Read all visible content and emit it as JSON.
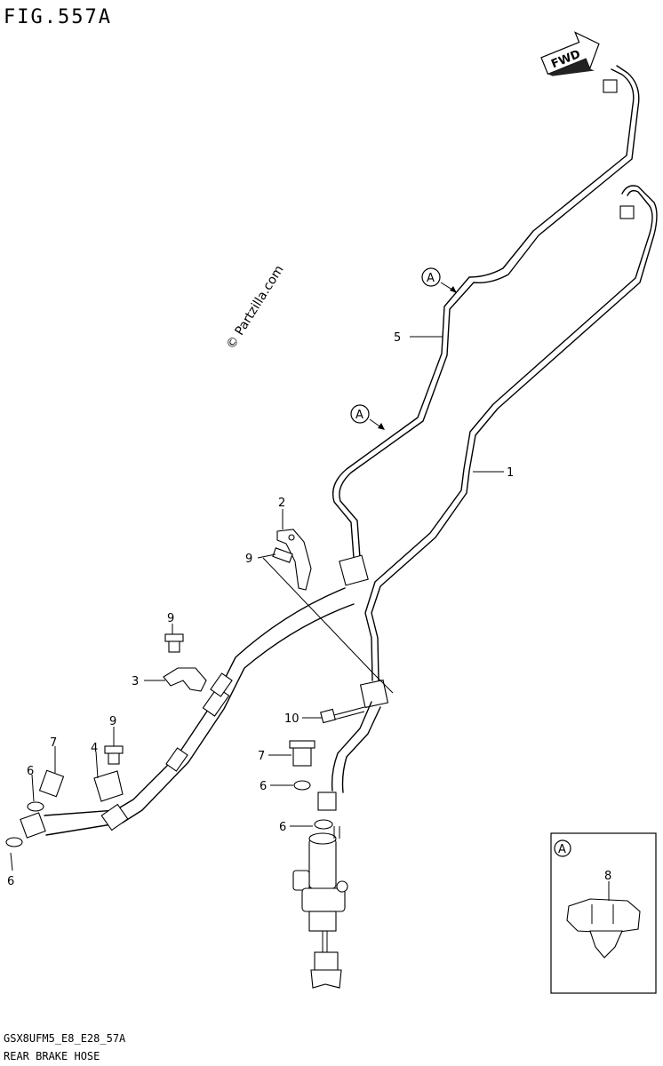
{
  "header": {
    "figure_title": "FIG.557A"
  },
  "watermark": {
    "text": "© Partzilla.com"
  },
  "direction_badge": {
    "text": "FWD"
  },
  "callouts": {
    "p1": "1",
    "p2": "2",
    "p3": "3",
    "p4": "4",
    "p5": "5",
    "p6a": "6",
    "p6b": "6",
    "p6c": "6",
    "p6d": "6",
    "p7a": "7",
    "p7b": "7",
    "p8": "8",
    "p9a": "9",
    "p9b": "9",
    "p9c": "9",
    "p10": "10",
    "refA1": "A",
    "refA2": "A",
    "refA3": "A"
  },
  "footer": {
    "code": "GSX8UFM5_E8_E28_57A",
    "section_title": "REAR BRAKE HOSE"
  }
}
